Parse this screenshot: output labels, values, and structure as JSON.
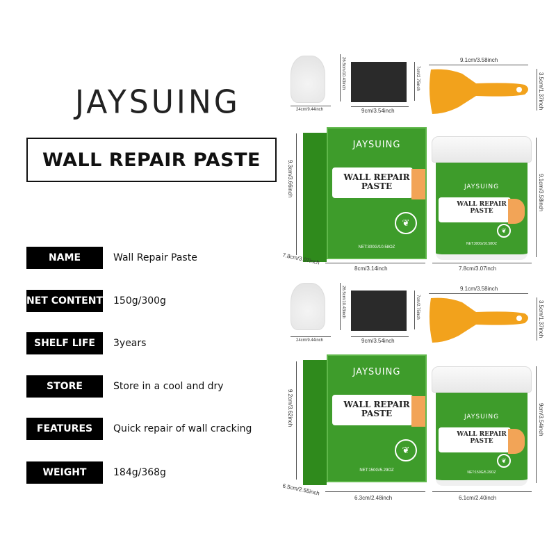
{
  "brand": "JAYSUING",
  "title": "WALL REPAIR PASTE",
  "specs": [
    {
      "label": "NAME",
      "value": "Wall Repair Paste"
    },
    {
      "label": "NET CONTENT",
      "value": "150g/300g"
    },
    {
      "label": "SHELF LIFE",
      "value": "3years"
    },
    {
      "label": "STORE",
      "value": "Store in a cool and dry"
    },
    {
      "label": "FEATURES",
      "value": "Quick repair of wall cracking"
    },
    {
      "label": "WEIGHT",
      "value": "184g/368g"
    }
  ],
  "tools": {
    "glove_width": "24cm/9.44inch",
    "glove_height": "26.5cm/10.43inch",
    "sponge_width": "9cm/3.54inch",
    "sponge_height": "7cm/2.75inch",
    "scraper_width": "9.1cm/3.58inch",
    "scraper_height": "3.5cm/1.37inch"
  },
  "product_label": {
    "brand": "JAYSUING",
    "line1": "WALL REPAIR",
    "line2": "PASTE"
  },
  "large": {
    "box_height": "9.3cm/3.66inch",
    "box_depth": "7.8cm/3.07inch",
    "box_width": "8cm/3.14inch",
    "net": "NET:300G/10.58OZ",
    "jar_height": "9.1cm/3.58inch",
    "jar_width": "7.8cm/3.07inch",
    "jar_net": "NET:300G/10.58OZ"
  },
  "small": {
    "box_height": "9.2cm/3.62inch",
    "box_depth": "6.5cm/2.55inch",
    "box_width": "6.3cm/2.48inch",
    "net": "NET:150G/5.29OZ",
    "jar_height": "9cm/3.54inch",
    "jar_width": "6.1cm/2.40inch",
    "jar_net": "NET:150G/5.29OZ"
  },
  "colors": {
    "green": "#3e9c2b",
    "orange": "#f2a457",
    "black": "#000000"
  }
}
